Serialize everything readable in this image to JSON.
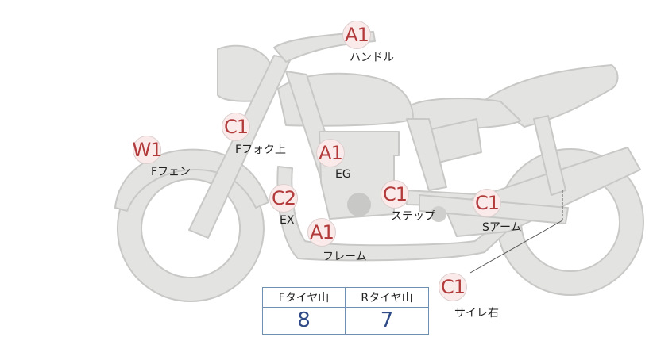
{
  "colors": {
    "bike_fill": "#e3e3e1",
    "bike_stroke": "#c8c8c6",
    "marker_text": "#b23a3a",
    "marker_bg": "#fbeaea",
    "table_border": "#6f8fb2",
    "value_text": "#2f4a86"
  },
  "markers": [
    {
      "id": "handle",
      "grade": "A1",
      "label": "ハンドル"
    },
    {
      "id": "fork",
      "grade": "C1",
      "label": "Fフォク上"
    },
    {
      "id": "ffender",
      "grade": "W1",
      "label": "Fフェン"
    },
    {
      "id": "engine",
      "grade": "A1",
      "label": "EG"
    },
    {
      "id": "exhaust",
      "grade": "C2",
      "label": "EX"
    },
    {
      "id": "step",
      "grade": "C1",
      "label": "ステップ"
    },
    {
      "id": "swingarm",
      "grade": "C1",
      "label": "Sアーム"
    },
    {
      "id": "frame",
      "grade": "A1",
      "label": "フレーム"
    },
    {
      "id": "muffler",
      "grade": "C1",
      "label": "サイレ右"
    }
  ],
  "tread": {
    "front_header": "Fタイヤ山",
    "rear_header": "Rタイヤ山",
    "front_value": "8",
    "rear_value": "7"
  }
}
